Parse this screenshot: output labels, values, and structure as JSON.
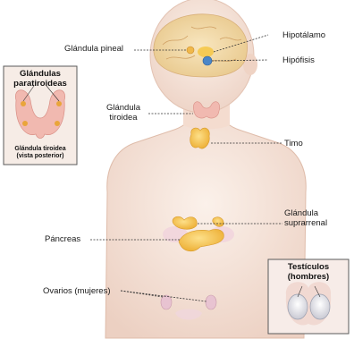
{
  "labels": {
    "pineal": "Glándula pineal",
    "tiroidea_l1": "Glándula",
    "tiroidea_l2": "tiroidea",
    "pancreas": "Páncreas",
    "ovarios": "Ovarios (mujeres)",
    "hipotalamo": "Hipotálamo",
    "hipofisis": "Hipófisis",
    "timo": "Timo",
    "suprarrenal_l1": "Glándula",
    "suprarrenal_l2": "suprarrenal"
  },
  "inset_paratiroides": {
    "title_l1": "Glándulas",
    "title_l2": "paratiroideas",
    "caption_l1": "Glándula tiroidea",
    "caption_l2": "(vista posterior)"
  },
  "inset_testiculos": {
    "title_l1": "Testículos",
    "title_l2": "(hombres)"
  },
  "colors": {
    "skin": "#f8e9df",
    "skin_shadow": "#e9cbbd",
    "brain": "#f3d9a7",
    "gland_yellow": "#f5c84a",
    "thyroid_pink": "#f1b9b0",
    "organ_pink": "#e8c3d1",
    "leader_line": "#333333"
  }
}
